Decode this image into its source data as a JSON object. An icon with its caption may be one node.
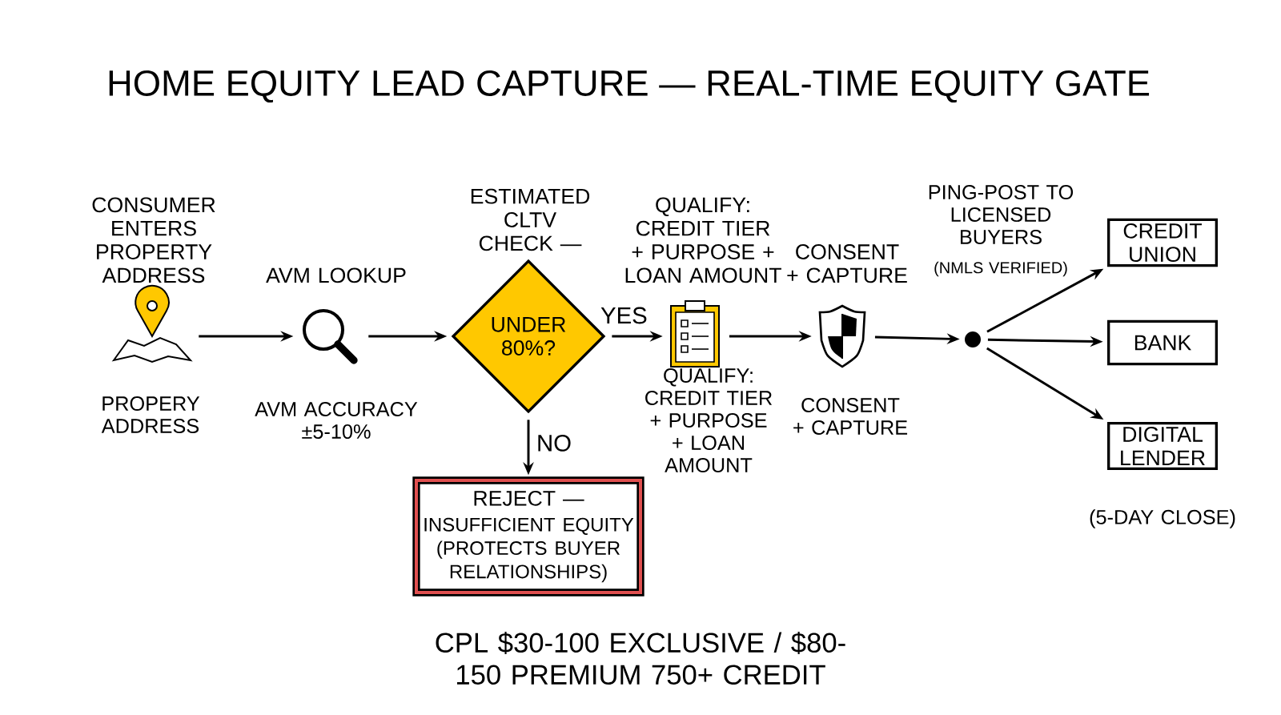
{
  "diagram": {
    "title": "HOME EQUITY LEAD CAPTURE — REAL-TIME EQUITY GATE",
    "nodes": [
      {
        "text": [
          "CONSUMER ENTERS PROPERTY ADDRESS"
        ],
        "beside": [
          "PROPERY ADDRESS"
        ]
      },
      {
        "text": [
          "AVM LOOKUP"
        ],
        "beside": [
          "AVM ACCURACY ±5-10%"
        ]
      },
      {
        "text": [
          "ESTIMATED CLTV CHECK —",
          "UNDER 80%?"
        ]
      },
      {
        "text": [
          "REJECT —",
          "INSUFFICIENT EQUITY (PROTECTS BUYER RELATIONSHIPS)"
        ]
      },
      {
        "text": [
          "QUALIFY: CREDIT TIER + PURPOSE + LOAN AMOUNT"
        ],
        "beside": [
          "QUALIFY: CREDIT TIER + PURPOSE + LOAN AMOUNT"
        ]
      },
      {
        "text": [
          "CONSENT + CAPTURE"
        ],
        "beside": [
          "CONSENT + CAPTURE"
        ]
      },
      {
        "text": [],
        "shape": "circle",
        "beside": [
          "PING-POST TO LICENSED BUYERS",
          "(NMLS VERIFIED)"
        ]
      },
      {
        "text": [
          "CREDIT UNION"
        ]
      },
      {
        "text": [
          "BANK"
        ]
      },
      {
        "text": [
          "DIGITAL LENDER"
        ],
        "beside": [
          "(5-DAY CLOSE)"
        ]
      }
    ],
    "edges": [
      {
        "from": 0,
        "to": 1,
        "arrow": "to"
      },
      {
        "from": 1,
        "to": 2,
        "arrow": "to"
      },
      {
        "from": 2,
        "to": 4,
        "arrow": "to",
        "label": "YES"
      },
      {
        "from": 2,
        "to": 3,
        "arrow": "to",
        "label": "NO"
      },
      {
        "from": 4,
        "to": 5,
        "arrow": "to"
      },
      {
        "from": 5,
        "to": 6,
        "arrow": "to"
      },
      {
        "from": 6,
        "to": 7,
        "arrow": "to"
      },
      {
        "from": 6,
        "to": 8,
        "arrow": "to"
      },
      {
        "from": 6,
        "to": 9,
        "arrow": "to"
      }
    ],
    "labels": [
      "CPL $30-100 EXCLUSIVE / $80-150 PREMIUM 750+ CREDIT"
    ]
  }
}
